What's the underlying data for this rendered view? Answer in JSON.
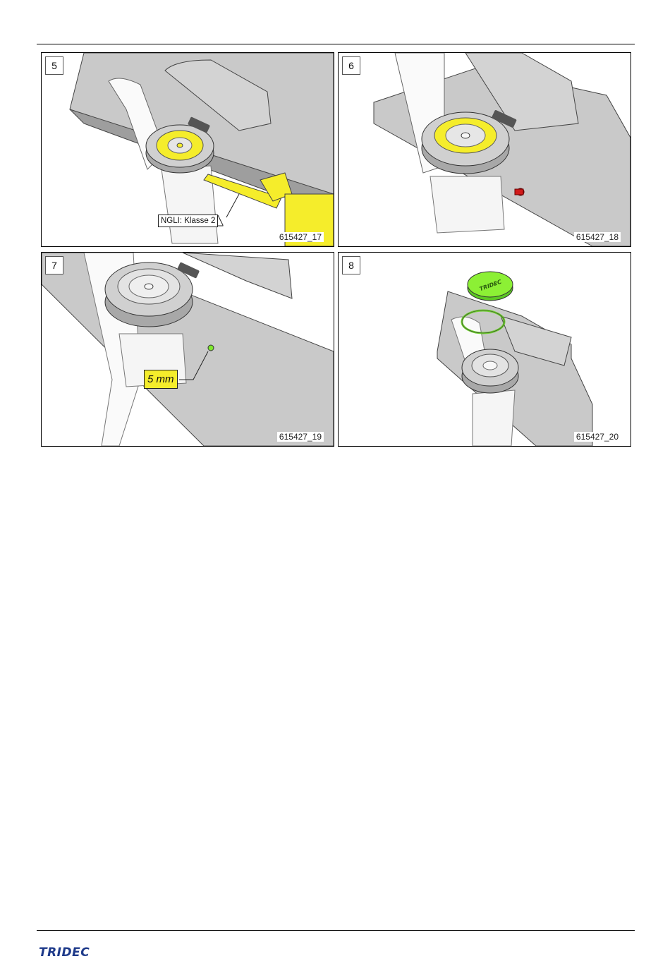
{
  "panels": [
    {
      "step": "5",
      "code": "615427_17",
      "callout": "NGLI: Klasse 2"
    },
    {
      "step": "6",
      "code": "615427_18"
    },
    {
      "step": "7",
      "code": "615427_19",
      "callout": "5 mm"
    },
    {
      "step": "8",
      "code": "615427_20"
    }
  ],
  "footer": {
    "logo": "TRIDEC"
  },
  "colors": {
    "highlight_yellow": "#f5ed2b",
    "grease_nipple_red": "#d11a1a",
    "cap_green": "#7ee82e"
  }
}
